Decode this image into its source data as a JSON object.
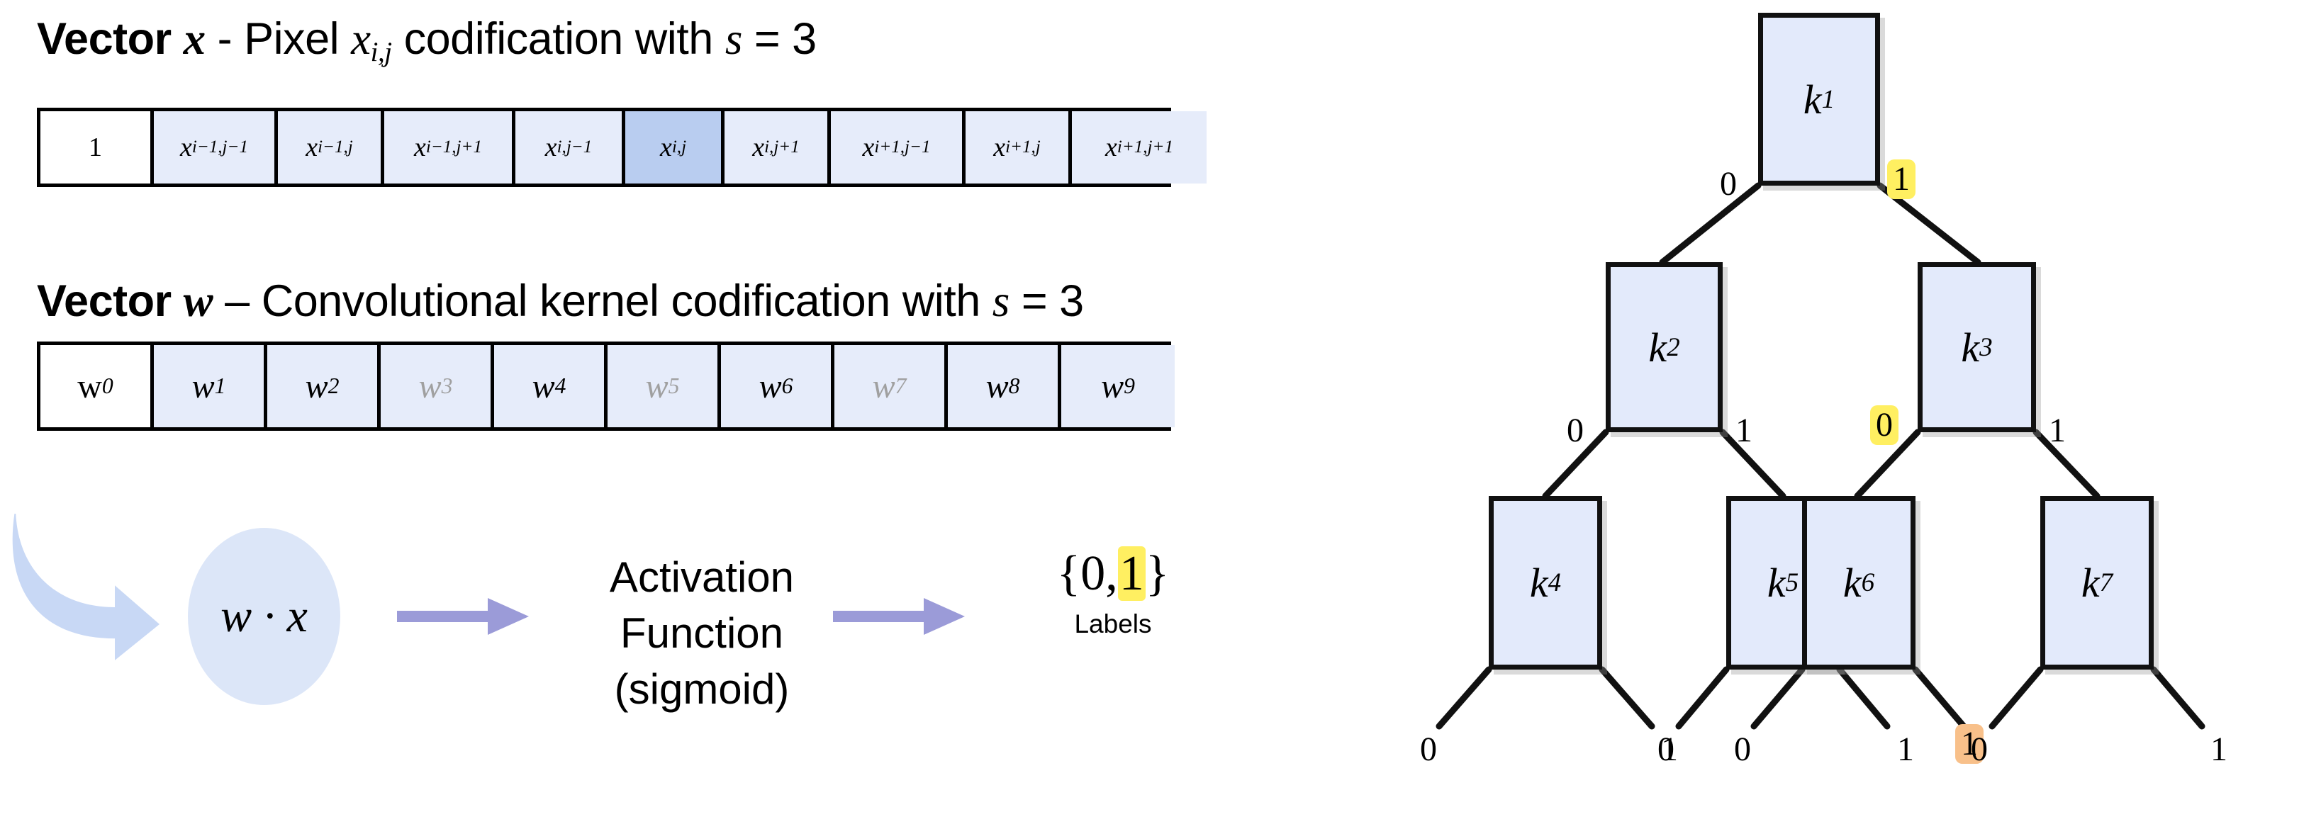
{
  "left_panel": {
    "vector_x": {
      "title_bold": "Vector",
      "title_var": "x",
      "title_rest_1": " - Pixel ",
      "title_pixel_var": "x",
      "title_pixel_sub": "i,j",
      "title_rest_2": " codification with ",
      "title_s": "s",
      "title_eq": " = 3",
      "cells": [
        {
          "base": "1",
          "sub": "",
          "style": "plain"
        },
        {
          "base": "x",
          "sub": "i−1,j−1",
          "style": "normal"
        },
        {
          "base": "x",
          "sub": "i−1,j",
          "style": "normal"
        },
        {
          "base": "x",
          "sub": "i−1,j+1",
          "style": "normal"
        },
        {
          "base": "x",
          "sub": "i,j−1",
          "style": "normal"
        },
        {
          "base": "x",
          "sub": "i,j",
          "style": "accent"
        },
        {
          "base": "x",
          "sub": "i,j+1",
          "style": "normal"
        },
        {
          "base": "x",
          "sub": "i+1,j−1",
          "style": "normal"
        },
        {
          "base": "x",
          "sub": "i+1,j",
          "style": "normal"
        },
        {
          "base": "x",
          "sub": "i+1,j+1",
          "style": "normal"
        }
      ]
    },
    "vector_w": {
      "title_bold": "Vector",
      "title_var": "w",
      "title_rest_1": " – Convolutional kernel codification with ",
      "title_s": "s",
      "title_eq": " = 3",
      "cells": [
        {
          "base": "w",
          "sub": "0",
          "style": "plain"
        },
        {
          "base": "w",
          "sub": "1",
          "style": "normal"
        },
        {
          "base": "w",
          "sub": "2",
          "style": "normal"
        },
        {
          "base": "w",
          "sub": "3",
          "style": "muted"
        },
        {
          "base": "w",
          "sub": "4",
          "style": "normal"
        },
        {
          "base": "w",
          "sub": "5",
          "style": "muted"
        },
        {
          "base": "w",
          "sub": "6",
          "style": "normal"
        },
        {
          "base": "w",
          "sub": "7",
          "style": "muted"
        },
        {
          "base": "w",
          "sub": "8",
          "style": "normal"
        },
        {
          "base": "w",
          "sub": "9",
          "style": "normal"
        }
      ]
    },
    "flow": {
      "dot_product": "w · x",
      "activation_line1": "Activation",
      "activation_line2": "Function",
      "activation_line3": "(sigmoid)",
      "labels_open": "{0,",
      "labels_highlighted": "1",
      "labels_close": "}",
      "labels_caption": "Labels"
    }
  },
  "tree": {
    "nodes": [
      {
        "id": "k1",
        "base": "k",
        "sub": "1"
      },
      {
        "id": "k2",
        "base": "k",
        "sub": "2"
      },
      {
        "id": "k3",
        "base": "k",
        "sub": "3"
      },
      {
        "id": "k4",
        "base": "k",
        "sub": "4"
      },
      {
        "id": "k5",
        "base": "k",
        "sub": "5"
      },
      {
        "id": "k6",
        "base": "k",
        "sub": "6"
      },
      {
        "id": "k7",
        "base": "k",
        "sub": "7"
      }
    ],
    "edge_labels": [
      {
        "id": "k1-left",
        "text": "0",
        "highlight": "none"
      },
      {
        "id": "k1-right",
        "text": "1",
        "highlight": "yellow"
      },
      {
        "id": "k2-left",
        "text": "0",
        "highlight": "none"
      },
      {
        "id": "k2-right",
        "text": "1",
        "highlight": "none"
      },
      {
        "id": "k3-left",
        "text": "0",
        "highlight": "yellow"
      },
      {
        "id": "k3-right",
        "text": "1",
        "highlight": "none"
      },
      {
        "id": "k4-left",
        "text": "0",
        "highlight": "none"
      },
      {
        "id": "k4-right",
        "text": "1",
        "highlight": "none"
      },
      {
        "id": "k5-left",
        "text": "0",
        "highlight": "none"
      },
      {
        "id": "k5-right",
        "text": "1",
        "highlight": "none"
      },
      {
        "id": "k6-left",
        "text": "0",
        "highlight": "none"
      },
      {
        "id": "k6-right",
        "text": "1",
        "highlight": "orange"
      },
      {
        "id": "k7-left",
        "text": "0",
        "highlight": "none"
      },
      {
        "id": "k7-right",
        "text": "1",
        "highlight": "none"
      }
    ]
  },
  "colors": {
    "node_fill": "#e3eafb",
    "cell_fill": "#e6ecfa",
    "cell_accent": "#b9cdf0",
    "arrow_purple": "#9b9bd8",
    "curved_arrow": "#c8d8f5",
    "highlight_yellow": "#ffef61",
    "highlight_orange": "#f8c08a",
    "muted_text": "#a0a0a0",
    "stroke": "#111111"
  }
}
